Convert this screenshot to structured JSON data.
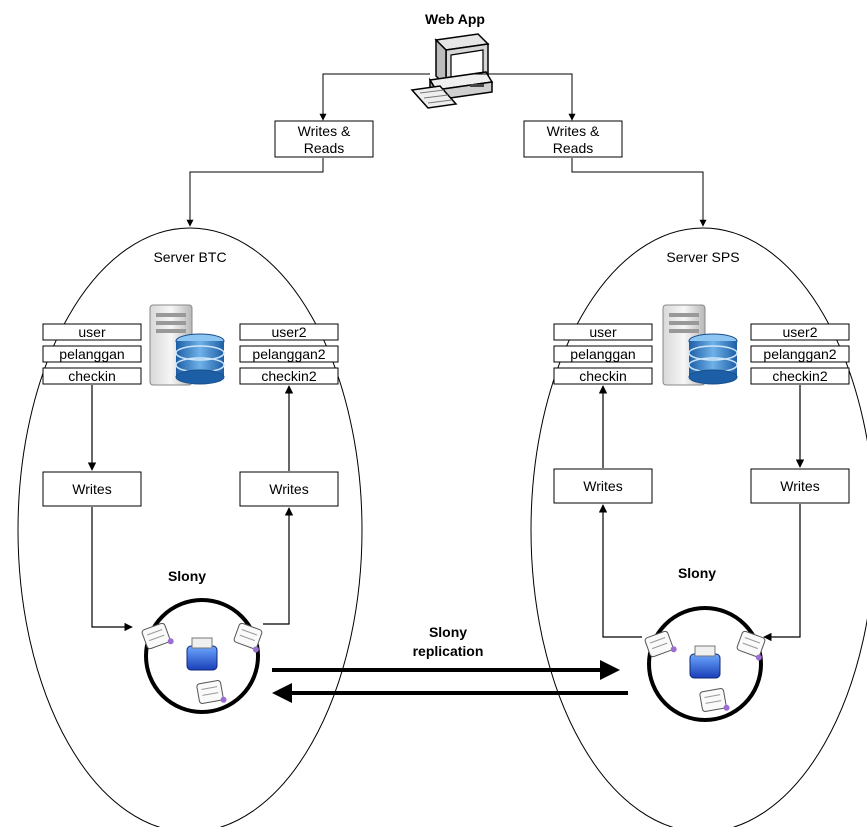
{
  "web_app": {
    "label": "Web App",
    "icon": "desktop-computer-icon"
  },
  "channels": [
    {
      "line1": "Writes &",
      "line2": "Reads"
    },
    {
      "line1": "Writes &",
      "line2": "Reads"
    }
  ],
  "server_btc": {
    "label": "Server BTC",
    "icon": "database-server-icon",
    "left_tables": [
      "user",
      "pelanggan",
      "checkin"
    ],
    "right_tables": [
      "user2",
      "pelanggan2",
      "checkin2"
    ],
    "writes_left": "Writes",
    "writes_right": "Writes",
    "slony": "Slony",
    "slony_icon": "slony-replication-cycle-icon"
  },
  "server_sps": {
    "label": "Server SPS",
    "icon": "database-server-icon",
    "left_tables": [
      "user",
      "pelanggan",
      "checkin"
    ],
    "right_tables": [
      "user2",
      "pelanggan2",
      "checkin2"
    ],
    "writes_left": "Writes",
    "writes_right": "Writes",
    "slony": "Slony",
    "slony_icon": "slony-replication-cycle-icon"
  },
  "replication": {
    "line1": "Slony",
    "line2": "replication"
  }
}
